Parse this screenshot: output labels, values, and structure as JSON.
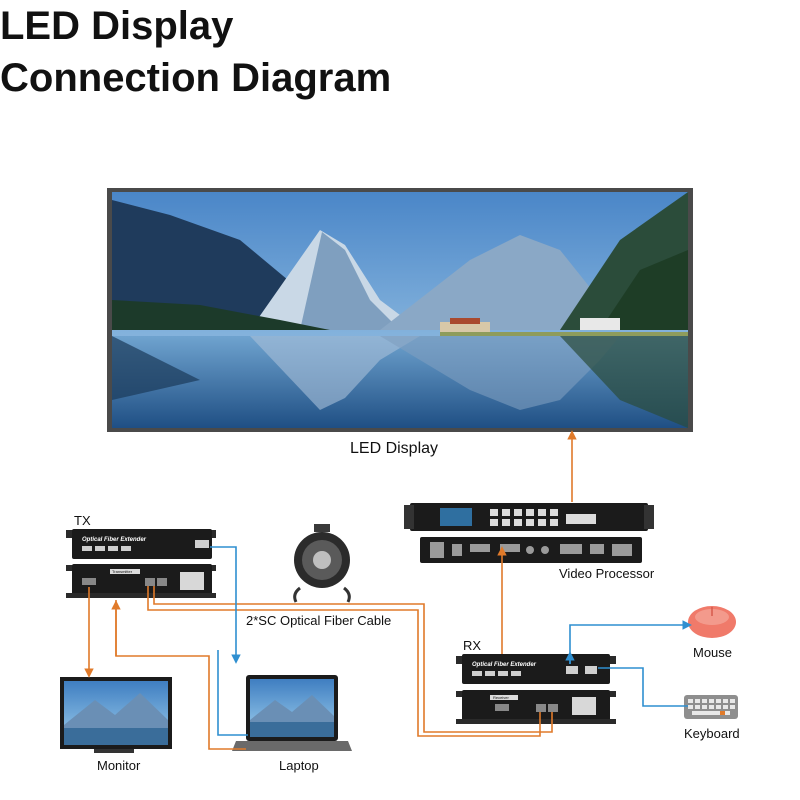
{
  "title_line1": "LED Display",
  "title_line2": "Connection Diagram",
  "labels": {
    "led_display": "LED Display",
    "video_processor": "Video Processor",
    "tx": "TX",
    "rx": "RX",
    "fiber_cable": "2*SC Optical Fiber Cable",
    "mouse": "Mouse",
    "keyboard": "Keyboard",
    "monitor": "Monitor",
    "laptop": "Laptop"
  },
  "device_text": {
    "extender_brand": "Optical Fiber Extender",
    "transmitter": "Transmitter",
    "receiver": "Receiver"
  },
  "colors": {
    "hdmi_line": "#e07a2a",
    "usb_line": "#2f8fd0",
    "device_body": "#1b1b1b",
    "screen_frame": "#555555"
  }
}
